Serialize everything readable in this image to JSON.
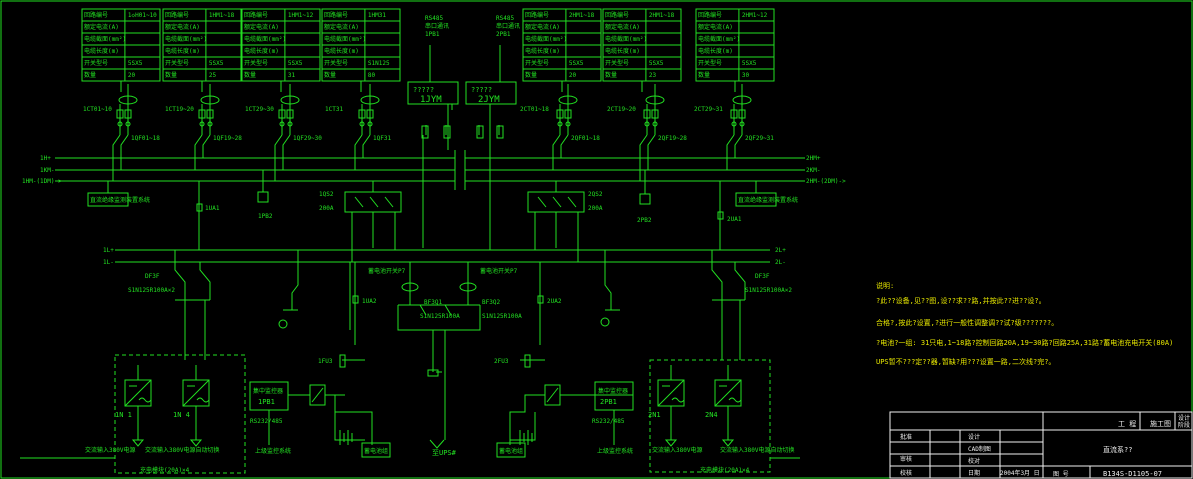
{
  "colors": {
    "line": "#22e022",
    "background": "#000000",
    "notes": "#e8e800",
    "title_block": "#f0f0f0"
  },
  "feeders_left": [
    {
      "rows": [
        "回路编号",
        "额定电流(A)",
        "电缆截面(mm²)",
        "电缆长度(m)",
        "开关型号",
        "数量"
      ],
      "values": [
        "1◇H01~10",
        "",
        "",
        "",
        "5SX5",
        "20"
      ]
    },
    {
      "rows": [
        "回路编号",
        "额定电流(A)",
        "电缆截面(mm²)",
        "电缆长度(m)",
        "开关型号",
        "数量"
      ],
      "values": [
        "1HM1~18",
        "",
        "",
        "",
        "5SX5",
        "25"
      ]
    },
    {
      "rows": [
        "回路编号",
        "额定电流(A)",
        "电缆截面(mm²)",
        "电缆长度(m)",
        "开关型号",
        "数量"
      ],
      "values": [
        "1HM1~12",
        "",
        "",
        "",
        "5SX5",
        "31"
      ]
    },
    {
      "rows": [
        "回路编号",
        "额定电流(A)",
        "电缆截面(mm²)",
        "电缆长度(m)",
        "开关型号",
        "数量"
      ],
      "values": [
        "1HM31",
        "",
        "",
        "",
        "S1N125",
        "80"
      ]
    }
  ],
  "feeders_right": [
    {
      "rows": [
        "回路编号",
        "额定电流(A)",
        "电缆截面(mm²)",
        "电缆长度(m)",
        "开关型号",
        "数量"
      ],
      "values": [
        "2HM1~18",
        "",
        "",
        "",
        "5SX5",
        "20"
      ]
    },
    {
      "rows": [
        "回路编号",
        "额定电流(A)",
        "电缆截面(mm²)",
        "电缆长度(m)",
        "开关型号",
        "数量"
      ],
      "values": [
        "2HM1~18",
        "",
        "",
        "",
        "5SX5",
        "23"
      ]
    },
    {
      "rows": [
        "回路编号",
        "额定电流(A)",
        "电缆截面(mm²)",
        "电缆长度(m)",
        "开关型号",
        "数量"
      ],
      "values": [
        "2HM1~12",
        "",
        "",
        "",
        "5SX5",
        "30"
      ]
    }
  ],
  "ct_labels": {
    "l1": "1CT01~10",
    "l2": "1CT19~20",
    "l3": "1CT29~30",
    "l4": "1CT31",
    "r1": "2CT01~18",
    "r2": "2CT19~20",
    "r3": "2CT29~31"
  },
  "breaker_labels": {
    "l1": "1QF01~18",
    "l2": "1QF19~28",
    "l3": "1QF29~30",
    "l4": "1QF31",
    "r1": "2QF01~18",
    "r2": "2QF19~28",
    "r3": "2QF29~31"
  },
  "monitors": {
    "m1_text": "?????",
    "m1_id": "1JYM",
    "m2_text": "?????",
    "m2_id": "2JYM",
    "rs1": "RS485\n串口通讯\n1PB1",
    "rs2": "RS485\n串口通讯\n2PB1"
  },
  "busbar_labels": {
    "l1": "1H+",
    "l2": "1KM-",
    "l3": "1HM-(1DM)->",
    "r1": "2HM+",
    "r2": "2KM-",
    "r3": "2HM-(2DM)->",
    "dc1p": "1L+",
    "dc1n": "1L-",
    "dc2p": "2L+",
    "dc2n": "2L-"
  },
  "switches": {
    "qs1": "1QS2",
    "qs1a": "200A",
    "qs2": "2QS2",
    "qs2a": "200A",
    "ua1": "1UA1",
    "ua2": "1UA2",
    "ua3": "2UA2",
    "ua4": "2UA1",
    "pb1": "1PB2",
    "pb2": "2PB2",
    "aux1": "直流绝缘监测装置系统",
    "aux2": "直流绝缘监测装置系统"
  },
  "dc_feeder": {
    "df1": "DF3F",
    "df1t": "S1N125R100A×2",
    "df2": "DF3F",
    "df2t": "S1N125R100A×2",
    "p7a": "蓄电池开关P7",
    "p7b": "蓄电池开关P7",
    "bf1": "BF3Q1",
    "bf2": "BF3Q2",
    "bft": "S1N125R100A",
    "bft2": "S1N125R100A"
  },
  "rectifiers": {
    "l1": "1N 1",
    "l2": "1N 4",
    "r1": "2N1",
    "r2": "2N4",
    "ac_l": "交流输入380V电源",
    "ac_r": "交流输入380V电源",
    "in_l": "交流输入380V电源自动切换",
    "in_r": "交流输入380V电源自动切换",
    "box_l": "充电模块(20A)×4",
    "box_r": "充电模块(20A)×4"
  },
  "controllers": {
    "c1_title": "集中监控器",
    "c1_id": "1PB1",
    "c2_title": "集中监控器",
    "c2_id": "2PB1",
    "rs_l": "RS232/485",
    "rs_r": "RS232/485",
    "up_l": "上级监控系统",
    "up_r": "上级监控系统",
    "bat_l": "蓄电池组",
    "bat_r": "蓄电池组",
    "fu_l": "1FU3",
    "fu_r": "2FU3",
    "ups": "至UPS#"
  },
  "notes": [
    "说明:",
    "?此??设备,见??图,设??求??路,并按此??进??设?。",
    "合格?,按此?设置,?进行一般性调整调??试?级???????。",
    "?电池?一组: 31只电,1~18路?控制回路20A,19~30路?回路25A,31路?蓄电池充电开关(80A)",
    "UPS暂不???定??器,暂缺?用???设置一路,二次线?完?。"
  ],
  "title_block": {
    "project_label": "工 程",
    "stage_label": "施工图",
    "design_label": "设计\n阶段",
    "drawing_title": "直流系??",
    "row1_a": "批准",
    "row1_b": "设计",
    "row2_a": "审核",
    "row2_b": "CAD制图",
    "row3_b": "校对",
    "row4_a": "校核",
    "row4_b": "日期",
    "date": "2004年3月 日",
    "drawing_no_label": "图  号",
    "drawing_no": "B134S-D1105-07"
  }
}
